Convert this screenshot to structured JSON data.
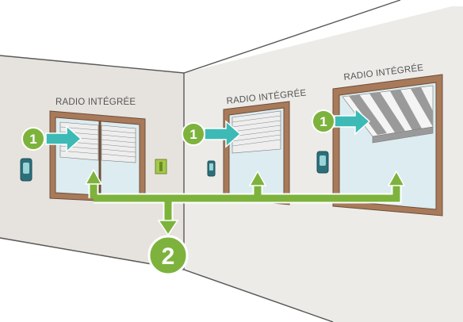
{
  "diagram": {
    "window_label": "RADIO INTÉGRÉE",
    "step_one": "1",
    "step_two": "2"
  },
  "colors": {
    "arrow_teal": "#3dbab5",
    "badge_green": "#7db33c",
    "frame_wood": "#a87a5a",
    "wall_left": "#e6e3df",
    "wall_right": "#ecebe8",
    "glass": "#dcecf0",
    "awning_stripe": "#9a9a9a",
    "switch_green": "#a4c94a",
    "remote_teal": "#2c6f7a"
  },
  "icons": [
    "wall-remote-icon",
    "wall-switch-icon",
    "arrow-right-icon",
    "arrow-down-icon"
  ]
}
